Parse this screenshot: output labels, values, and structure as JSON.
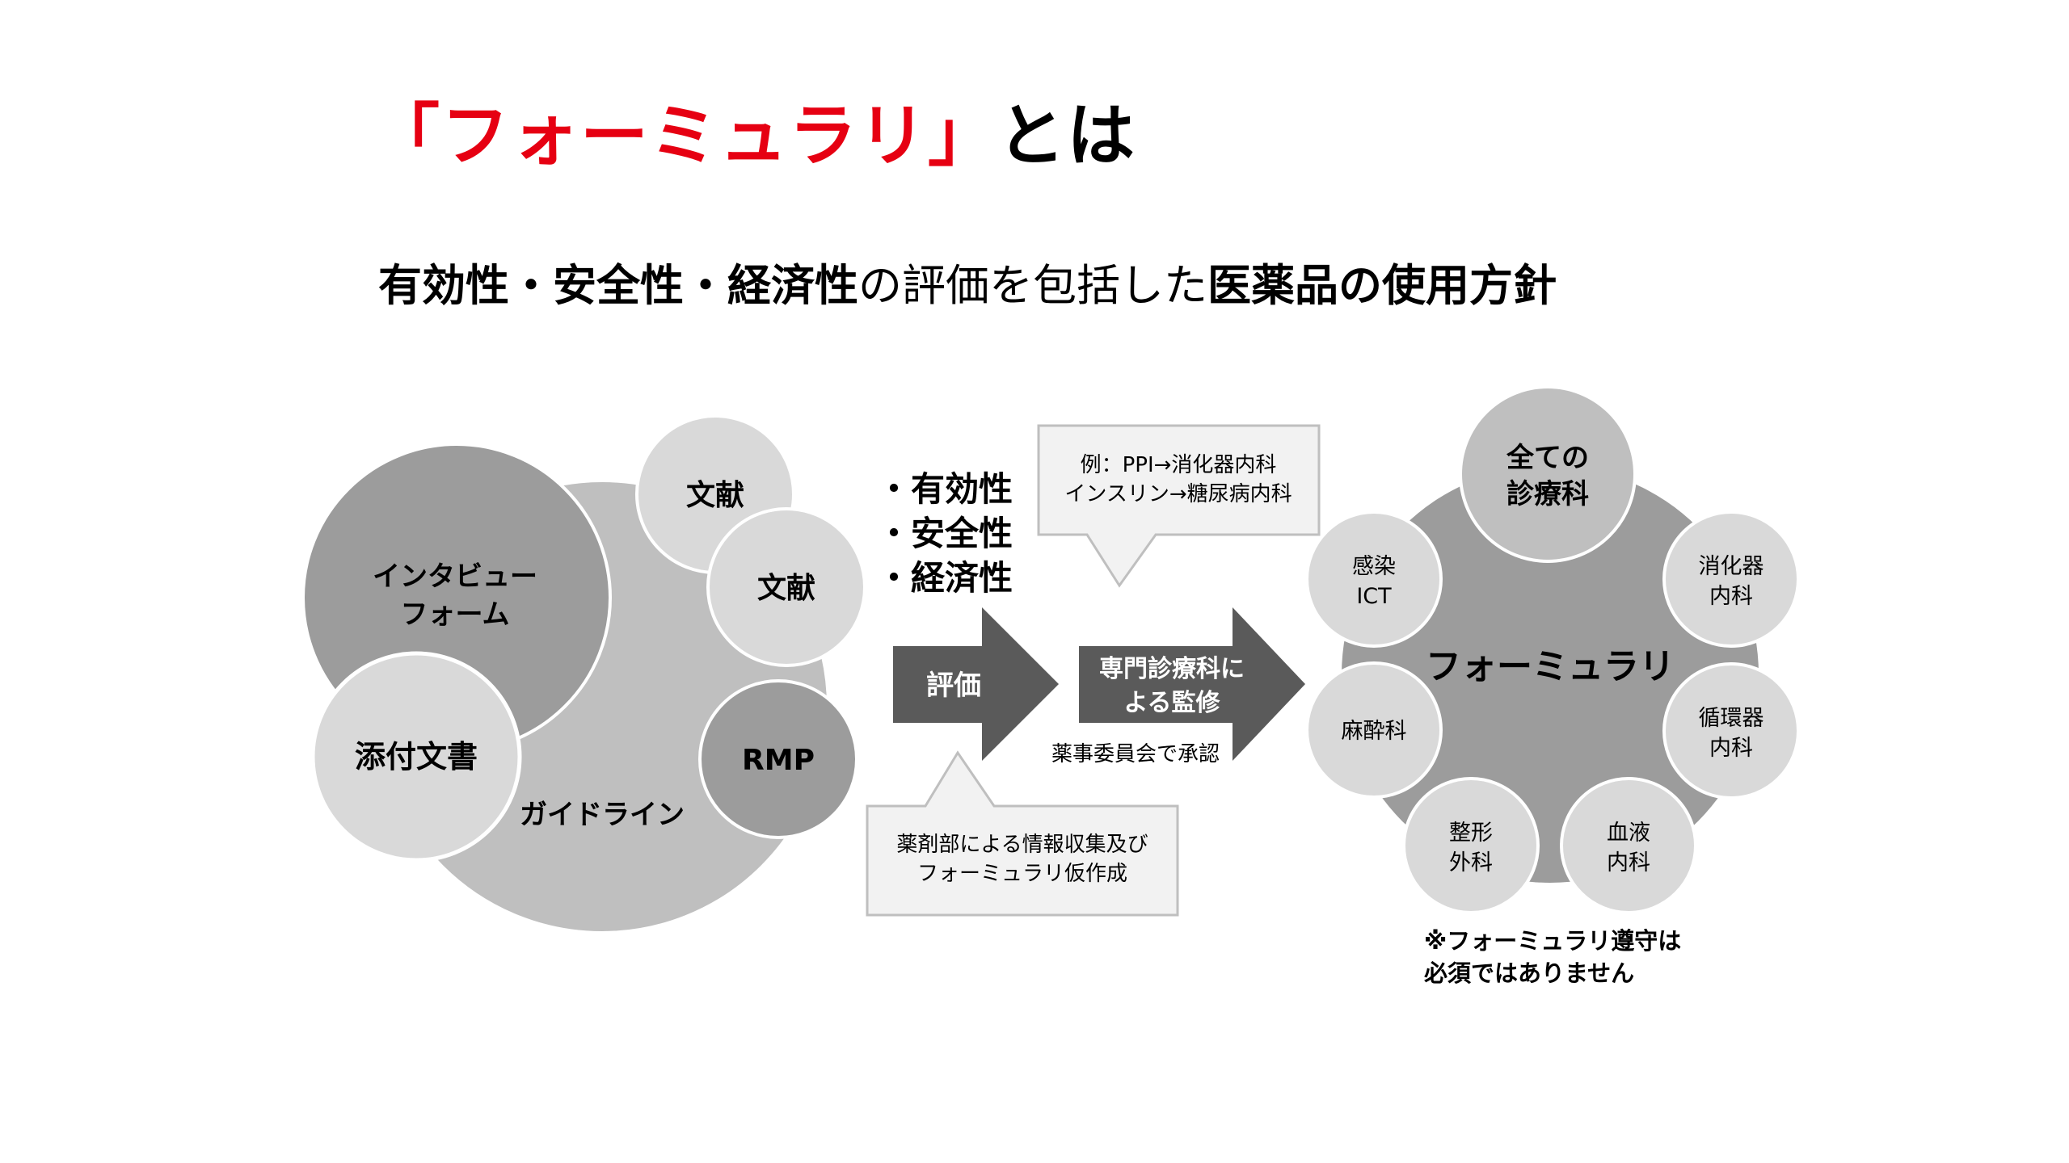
{
  "title": {
    "highlight": "「フォーミュラリ」",
    "rest": "とは"
  },
  "subtitle": {
    "bold1": "有効性・安全性・経済性",
    "normal": "の評価を包括した",
    "bold2": "医薬品の使用方針"
  },
  "sources": {
    "guideline": "ガイドライン",
    "interview_line1": "インタビュー",
    "interview_line2": "フォーム",
    "package_insert": "添付文書",
    "literature1": "文献",
    "literature2": "文献",
    "rmp": "RMP"
  },
  "criteria": [
    "・有効性",
    "・安全性",
    "・経済性"
  ],
  "arrows": {
    "evaluate": "評価",
    "supervise_line1": "専門診療科に",
    "supervise_line2": "よる監修",
    "approval": "薬事委員会で承認"
  },
  "callout_top": {
    "line1": "例：PPI→消化器内科",
    "line2": "インスリン→糖尿病内科"
  },
  "callout_bottom": {
    "line1": "薬剤部による情報収集及び",
    "line2": "フォーミュラリ仮作成"
  },
  "formulary": {
    "center": "フォーミュラリ",
    "all_line1": "全ての",
    "all_line2": "診療科",
    "gi_line1": "消化器",
    "gi_line2": "内科",
    "cardio_line1": "循環器",
    "cardio_line2": "内科",
    "hema_line1": "血液",
    "hema_line2": "内科",
    "ortho_line1": "整形",
    "ortho_line2": "外科",
    "anesthesia": "麻酔科",
    "ict_line1": "感染",
    "ict_line2": "ICT"
  },
  "note": {
    "line1": "※フォーミュラリ遵守は",
    "line2": "必須ではありません"
  },
  "colors": {
    "title_red": "#e60012",
    "dark_gray": "#5a5a5a",
    "mid_gray": "#9c9c9c",
    "light_gray": "#bfbfbf",
    "pale_gray": "#d9d9d9",
    "callout_fill": "#f2f2f2"
  }
}
